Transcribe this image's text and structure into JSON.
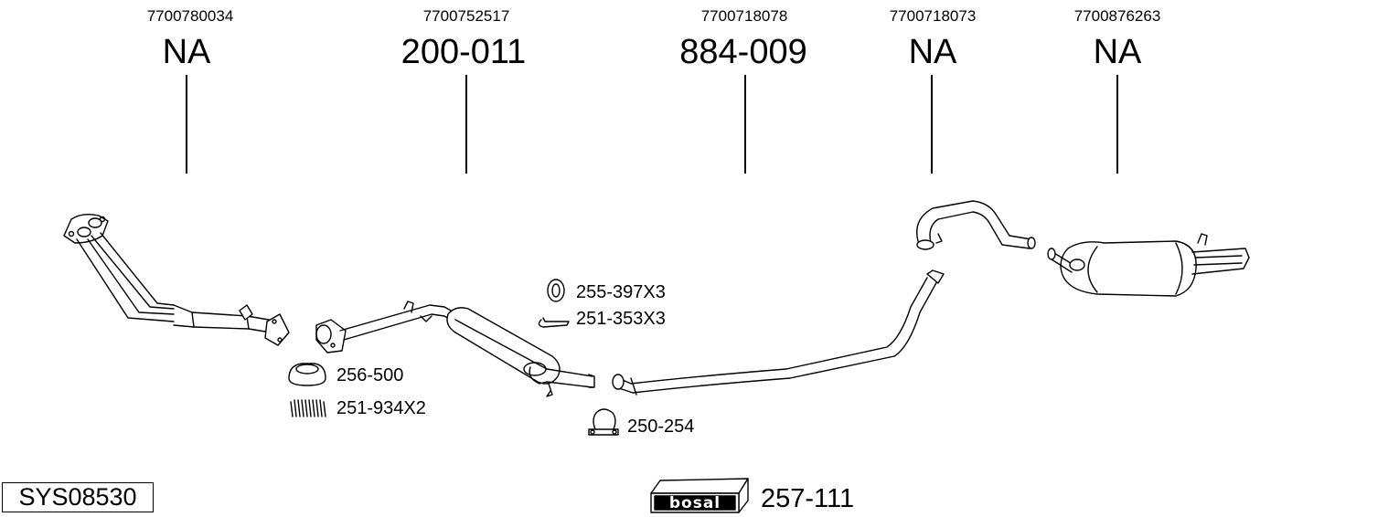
{
  "columns": [
    {
      "oem": "7700780034",
      "code": "NA"
    },
    {
      "oem": "7700752517",
      "code": "200-011"
    },
    {
      "oem": "7700718078",
      "code": "884-009"
    },
    {
      "oem": "7700718073",
      "code": "NA"
    },
    {
      "oem": "7700876263",
      "code": "NA"
    }
  ],
  "accessories": [
    {
      "code": "255-397X3",
      "icon": "rubber-ring-icon"
    },
    {
      "code": "251-353X3",
      "icon": "hanger-clip-icon"
    },
    {
      "code": "256-500",
      "icon": "gasket-ring-icon"
    },
    {
      "code": "251-934X2",
      "icon": "spring-icon"
    },
    {
      "code": "250-254",
      "icon": "clamp-icon"
    }
  ],
  "system_id": "SYS08530",
  "kit": {
    "code": "257-111",
    "brand": "bosal"
  }
}
